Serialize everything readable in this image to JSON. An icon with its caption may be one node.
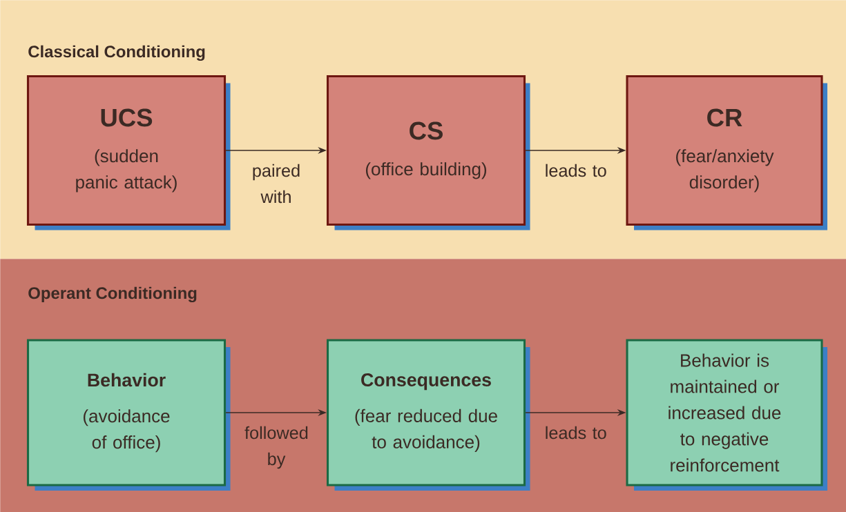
{
  "diagram": {
    "nodes": [
      {
        "text": [
          "Classical Conditioning"
        ]
      },
      {
        "text": [
          "UCS",
          "(sudden panic attack)"
        ],
        "in": 0
      },
      {
        "text": [
          "CS",
          "(office building)"
        ],
        "in": 0
      },
      {
        "text": [
          "CR",
          "(fear/anxiety disorder)"
        ],
        "in": 0
      },
      {
        "text": [
          "Operant Conditioning"
        ]
      },
      {
        "text": [
          "Behavior",
          "(avoidance of office)"
        ],
        "in": 4
      },
      {
        "text": [
          "Consequences",
          "(fear reduced due to avoidance)"
        ],
        "in": 4
      },
      {
        "text": [
          "Behavior is maintained or increased due to negative reinforcement"
        ],
        "in": 4
      }
    ],
    "edges": [
      {
        "from": 1,
        "to": 2,
        "arrow": "to",
        "label": "paired with"
      },
      {
        "from": 2,
        "to": 3,
        "arrow": "to",
        "label": "leads to"
      },
      {
        "from": 5,
        "to": 6,
        "arrow": "to",
        "label": "followed by"
      },
      {
        "from": 6,
        "to": 7,
        "arrow": "to",
        "label": "leads to"
      }
    ]
  }
}
